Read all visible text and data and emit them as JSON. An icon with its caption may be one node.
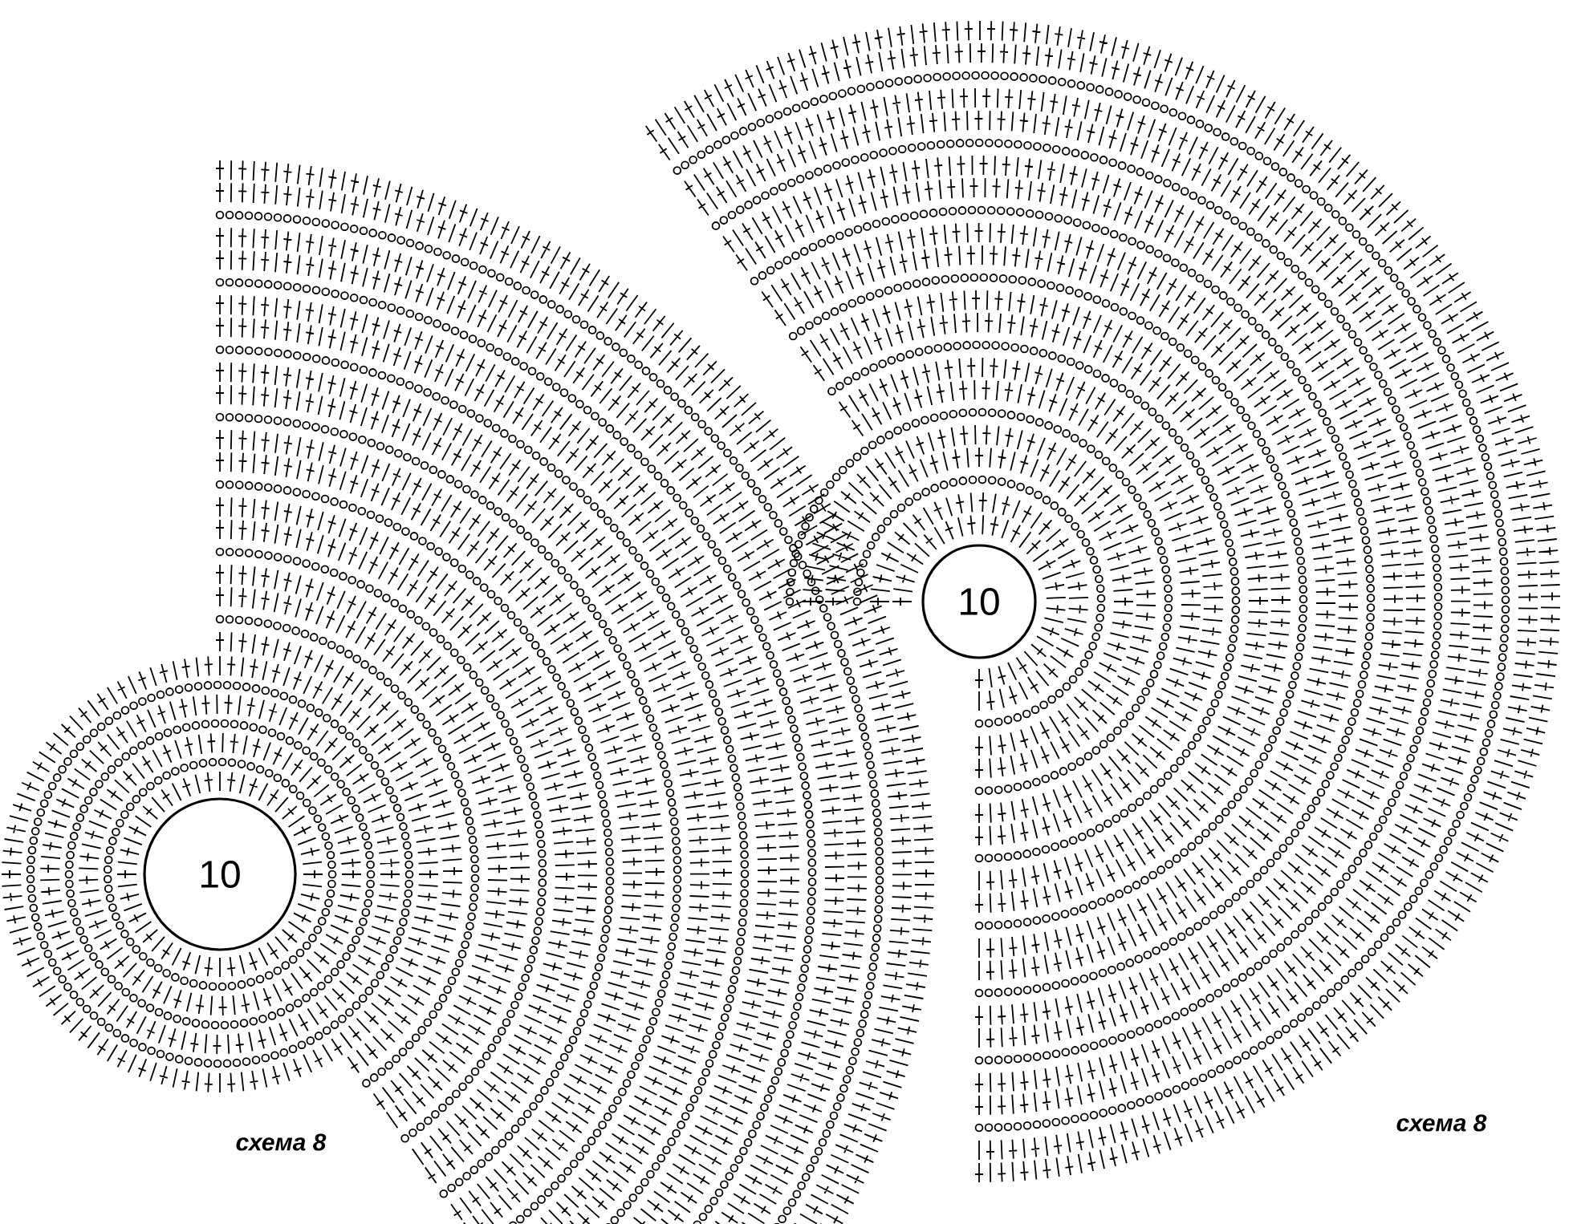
{
  "diagram": {
    "nodes": [
      {
        "text": [
          "10"
        ]
      },
      {
        "text": [
          "10"
        ]
      }
    ],
    "labels": [
      "схема 8",
      "схема 8"
    ]
  }
}
